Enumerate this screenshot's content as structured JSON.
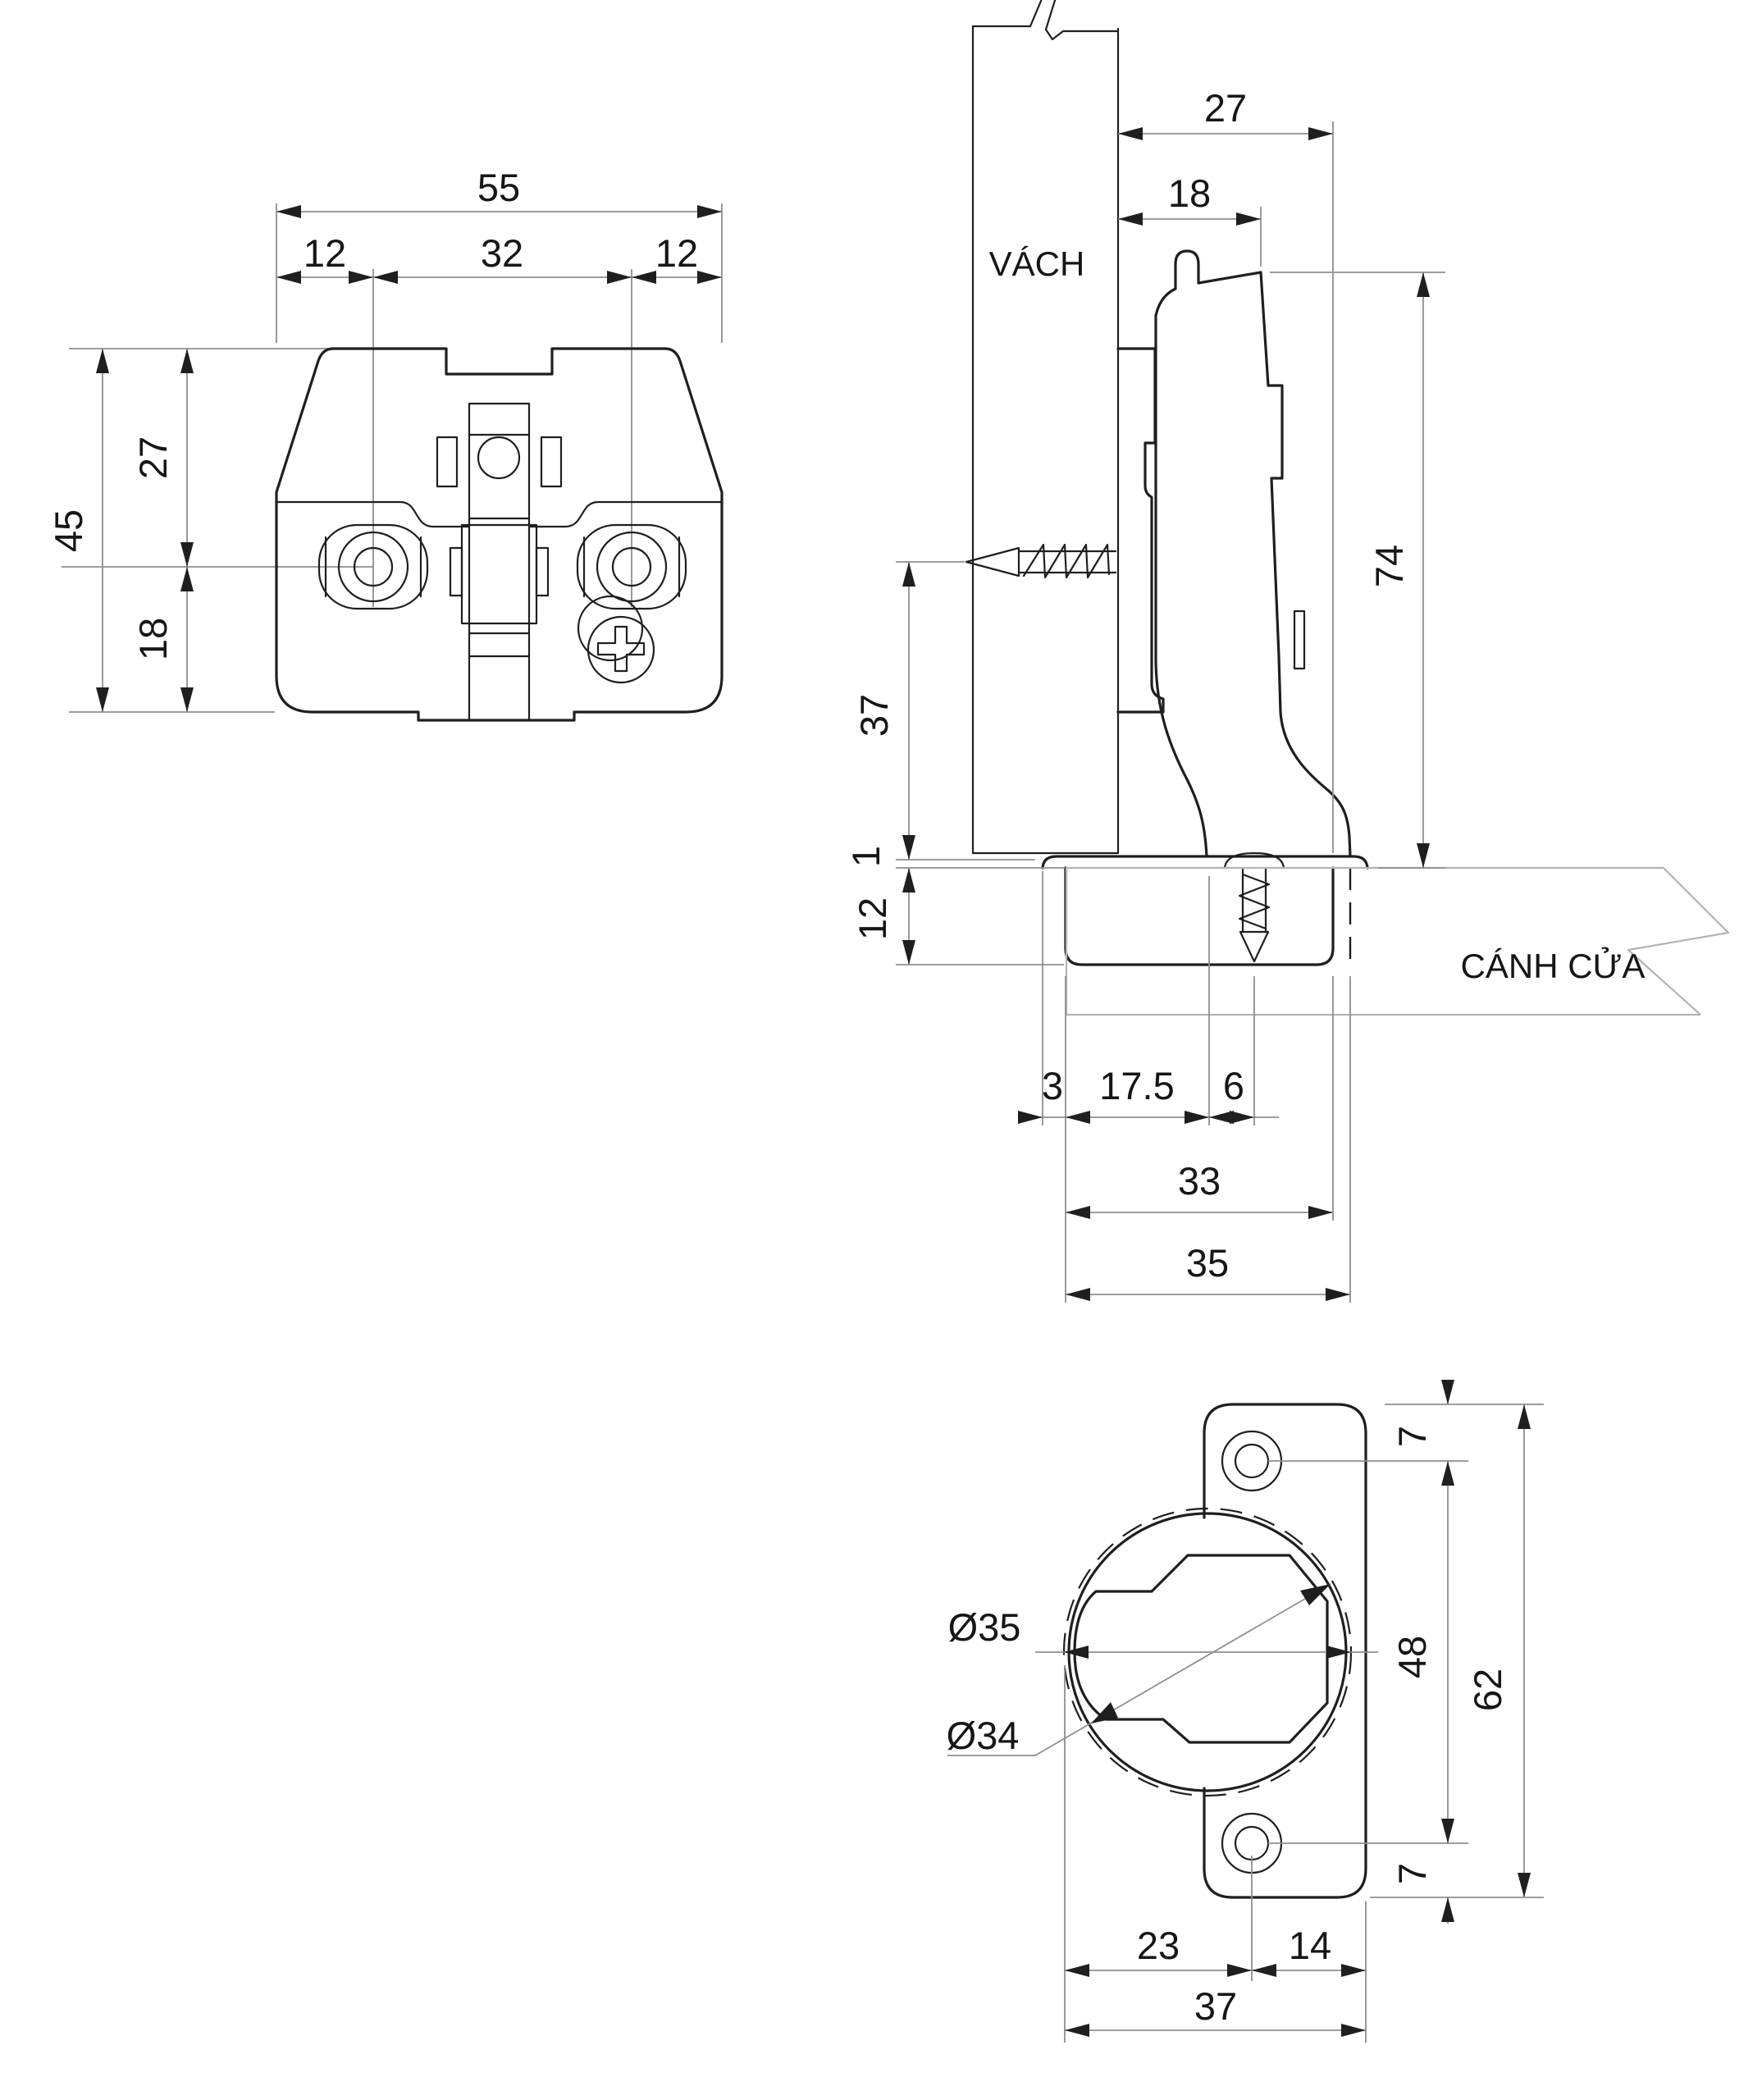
{
  "page": {
    "background": "#ffffff",
    "object_line_color": "#1f1f1f",
    "dimension_line_color": "#8f8f8f",
    "door_line_color": "#b4b4b4",
    "text_color": "#161616"
  },
  "labels": {
    "panel": "VÁCH",
    "door": "CÁNH CỬA"
  },
  "plate_view": {
    "width": "55",
    "left_offset": "12",
    "hole_spacing": "32",
    "right_offset": "12",
    "height": "45",
    "top_to_holes": "27",
    "holes_to_bottom": "18"
  },
  "side_view": {
    "protrusion": "27",
    "arm_depth": "18",
    "height": "74",
    "screw_axis_to_flange": "37",
    "flange_proud": "1",
    "cup_depth": "12",
    "flange_lip": "3",
    "edge_to_pivot": "17.5",
    "pivot_to_screw": "6",
    "cup_width": "33",
    "bore_width": "35"
  },
  "cup_view": {
    "top_edge_to_screw": "7",
    "screw_spacing": "48",
    "height": "62",
    "bore_diameter": "Ø35",
    "cup_diameter": "Ø34",
    "screw_to_bottom_edge": "7",
    "edge_to_screws": "23",
    "screws_to_edge": "14",
    "width": "37"
  }
}
